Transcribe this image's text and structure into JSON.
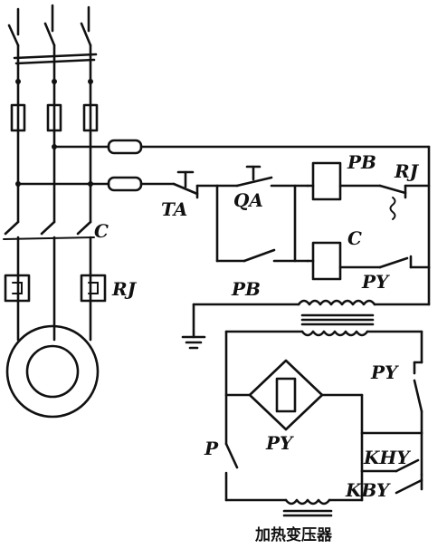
{
  "labels": {
    "pb_coil": "PB",
    "rj_top": "RJ",
    "ta": "TA",
    "qa": "QA",
    "c_coil": "C",
    "py_contact": "PY",
    "c_main": "C",
    "rj_motor": "RJ",
    "pb_transformer": "PB",
    "py_right": "PY",
    "p_switch": "P",
    "py_bridge": "PY",
    "khy": "KHY",
    "kby": "KBY",
    "caption": "加热变压器"
  }
}
